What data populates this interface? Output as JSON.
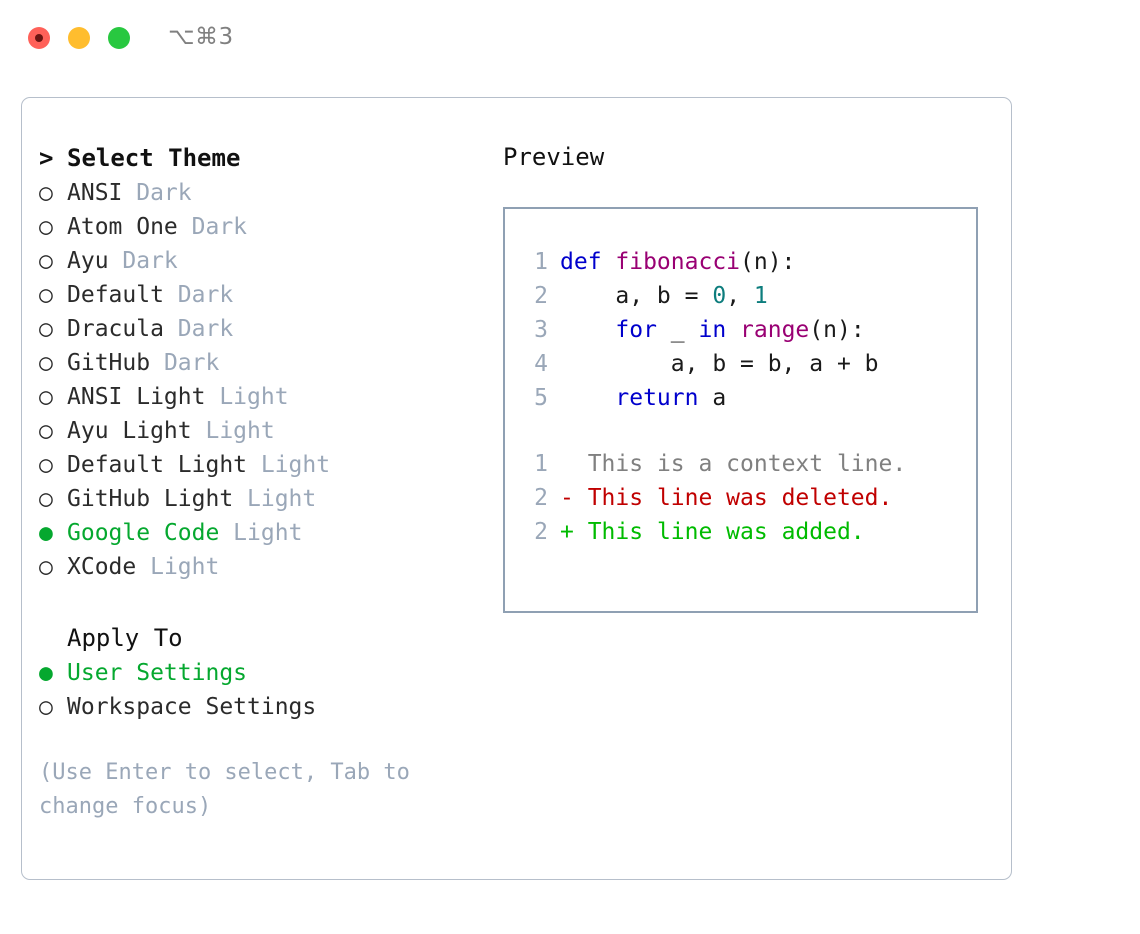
{
  "titlebar": {
    "shortcut": "⌥⌘3",
    "buttons": {
      "close": "close",
      "minimize": "minimize",
      "maximize": "maximize"
    }
  },
  "theme_section": {
    "heading_marker": ">",
    "heading": "Select Theme",
    "items": [
      {
        "marker": "○",
        "label": "ANSI",
        "suffix": "Dark",
        "selected": false
      },
      {
        "marker": "○",
        "label": "Atom One",
        "suffix": "Dark",
        "selected": false
      },
      {
        "marker": "○",
        "label": "Ayu",
        "suffix": "Dark",
        "selected": false
      },
      {
        "marker": "○",
        "label": "Default",
        "suffix": "Dark",
        "selected": false
      },
      {
        "marker": "○",
        "label": "Dracula",
        "suffix": "Dark",
        "selected": false
      },
      {
        "marker": "○",
        "label": "GitHub",
        "suffix": "Dark",
        "selected": false
      },
      {
        "marker": "○",
        "label": "ANSI Light",
        "suffix": "Light",
        "selected": false
      },
      {
        "marker": "○",
        "label": "Ayu Light",
        "suffix": "Light",
        "selected": false
      },
      {
        "marker": "○",
        "label": "Default Light",
        "suffix": "Light",
        "selected": false
      },
      {
        "marker": "○",
        "label": "GitHub Light",
        "suffix": "Light",
        "selected": false
      },
      {
        "marker": "●",
        "label": "Google Code",
        "suffix": "Light",
        "selected": true
      },
      {
        "marker": "○",
        "label": "XCode",
        "suffix": "Light",
        "selected": false
      }
    ]
  },
  "apply_section": {
    "heading": "Apply To",
    "items": [
      {
        "marker": "●",
        "label": "User Settings",
        "selected": true
      },
      {
        "marker": "○",
        "label": "Workspace Settings",
        "selected": false
      }
    ]
  },
  "hint": "(Use Enter to select, Tab to change focus)",
  "preview": {
    "title": "Preview",
    "code_lines": [
      {
        "lineno": "1",
        "tokens": [
          {
            "text": "def ",
            "type": "kw"
          },
          {
            "text": "fibonacci",
            "type": "fn"
          },
          {
            "text": "(n):",
            "type": "txt"
          }
        ]
      },
      {
        "lineno": "2",
        "tokens": [
          {
            "text": "    a, b = ",
            "type": "txt"
          },
          {
            "text": "0",
            "type": "num"
          },
          {
            "text": ", ",
            "type": "txt"
          },
          {
            "text": "1",
            "type": "num"
          }
        ]
      },
      {
        "lineno": "3",
        "tokens": [
          {
            "text": "    ",
            "type": "txt"
          },
          {
            "text": "for",
            "type": "kw"
          },
          {
            "text": " _ ",
            "type": "txt"
          },
          {
            "text": "in",
            "type": "kw"
          },
          {
            "text": " ",
            "type": "txt"
          },
          {
            "text": "range",
            "type": "fn"
          },
          {
            "text": "(n):",
            "type": "txt"
          }
        ]
      },
      {
        "lineno": "4",
        "tokens": [
          {
            "text": "        a, b = b, a + b",
            "type": "txt"
          }
        ]
      },
      {
        "lineno": "5",
        "tokens": [
          {
            "text": "    ",
            "type": "txt"
          },
          {
            "text": "return",
            "type": "kw"
          },
          {
            "text": " a",
            "type": "txt"
          }
        ]
      }
    ],
    "diff_lines": [
      {
        "lineno": "1",
        "sign": " ",
        "text": " This is a context line.",
        "type": "ctx"
      },
      {
        "lineno": "2",
        "sign": "-",
        "text": " This line was deleted.",
        "type": "del"
      },
      {
        "lineno": "2",
        "sign": "+",
        "text": " This line was added.",
        "type": "add"
      }
    ]
  },
  "colors": {
    "accent_green": "#05a82f",
    "muted_blue_gray": "#9aa7b8",
    "panel_border": "#b6bfcb",
    "preview_border": "#8fa0b3",
    "keyword": "#0000cc",
    "function": "#990073",
    "number": "#0d7d7d",
    "plain": "#1a1a1a",
    "diff_context": "#808080",
    "diff_deleted": "#c00000",
    "diff_added": "#00bb00",
    "traffic_close": "#ff6159",
    "traffic_min": "#ffbd2e",
    "traffic_max": "#28c840",
    "shortcut_text": "#808080"
  }
}
